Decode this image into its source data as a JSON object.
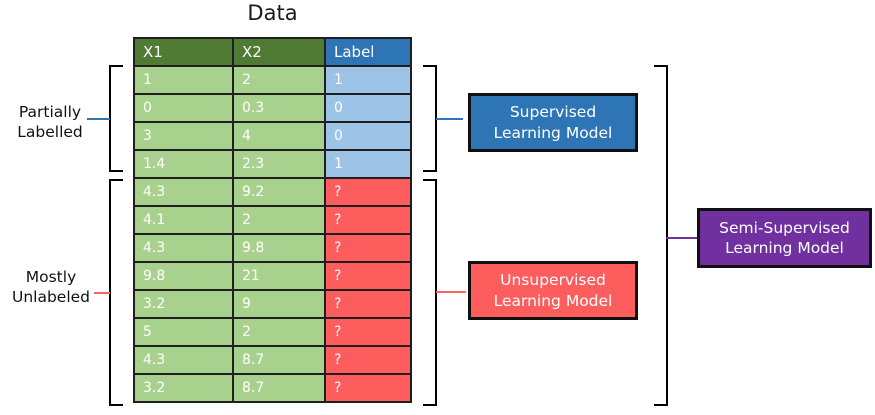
{
  "title": "Data",
  "table": {
    "headers": [
      "X1",
      "X2",
      "Label"
    ],
    "rows": [
      {
        "x1": "1",
        "x2": "2",
        "label": "1",
        "labeled": true
      },
      {
        "x1": "0",
        "x2": "0.3",
        "label": "0",
        "labeled": true
      },
      {
        "x1": "3",
        "x2": "4",
        "label": "0",
        "labeled": true
      },
      {
        "x1": "1.4",
        "x2": "2.3",
        "label": "1",
        "labeled": true
      },
      {
        "x1": "4.3",
        "x2": "9.2",
        "label": "?",
        "labeled": false
      },
      {
        "x1": "4.1",
        "x2": "2",
        "label": "?",
        "labeled": false
      },
      {
        "x1": "4.3",
        "x2": "9.8",
        "label": "?",
        "labeled": false
      },
      {
        "x1": "9.8",
        "x2": "21",
        "label": "?",
        "labeled": false
      },
      {
        "x1": "3.2",
        "x2": "9",
        "label": "?",
        "labeled": false
      },
      {
        "x1": "5",
        "x2": "2",
        "label": "?",
        "labeled": false
      },
      {
        "x1": "4.3",
        "x2": "8.7",
        "label": "?",
        "labeled": false
      },
      {
        "x1": "3.2",
        "x2": "8.7",
        "label": "?",
        "labeled": false
      }
    ]
  },
  "annotations": {
    "partially": {
      "line1": "Partially",
      "line2": "Labelled"
    },
    "mostly": {
      "line1": "Mostly",
      "line2": "Unlabeled"
    }
  },
  "boxes": {
    "supervised": {
      "line1": "Supervised",
      "line2": "Learning Model"
    },
    "unsupervised": {
      "line1": "Unsupervised",
      "line2": "Learning Model"
    },
    "semi_supervised": {
      "line1": "Semi-Supervised",
      "line2": "Learning Model"
    }
  },
  "colors": {
    "header_green": "#4f7b35",
    "header_blue": "#2e75b6",
    "cell_green": "#a9d18e",
    "cell_labeled_blue": "#9dc3e6",
    "cell_unlabeled_red": "#fd5d5d",
    "supervised_blue": "#2e75b6",
    "unsupervised_red": "#fd5d5d",
    "semi_supervised_purple": "#7030a0",
    "border_black": "#1f1f1f"
  }
}
